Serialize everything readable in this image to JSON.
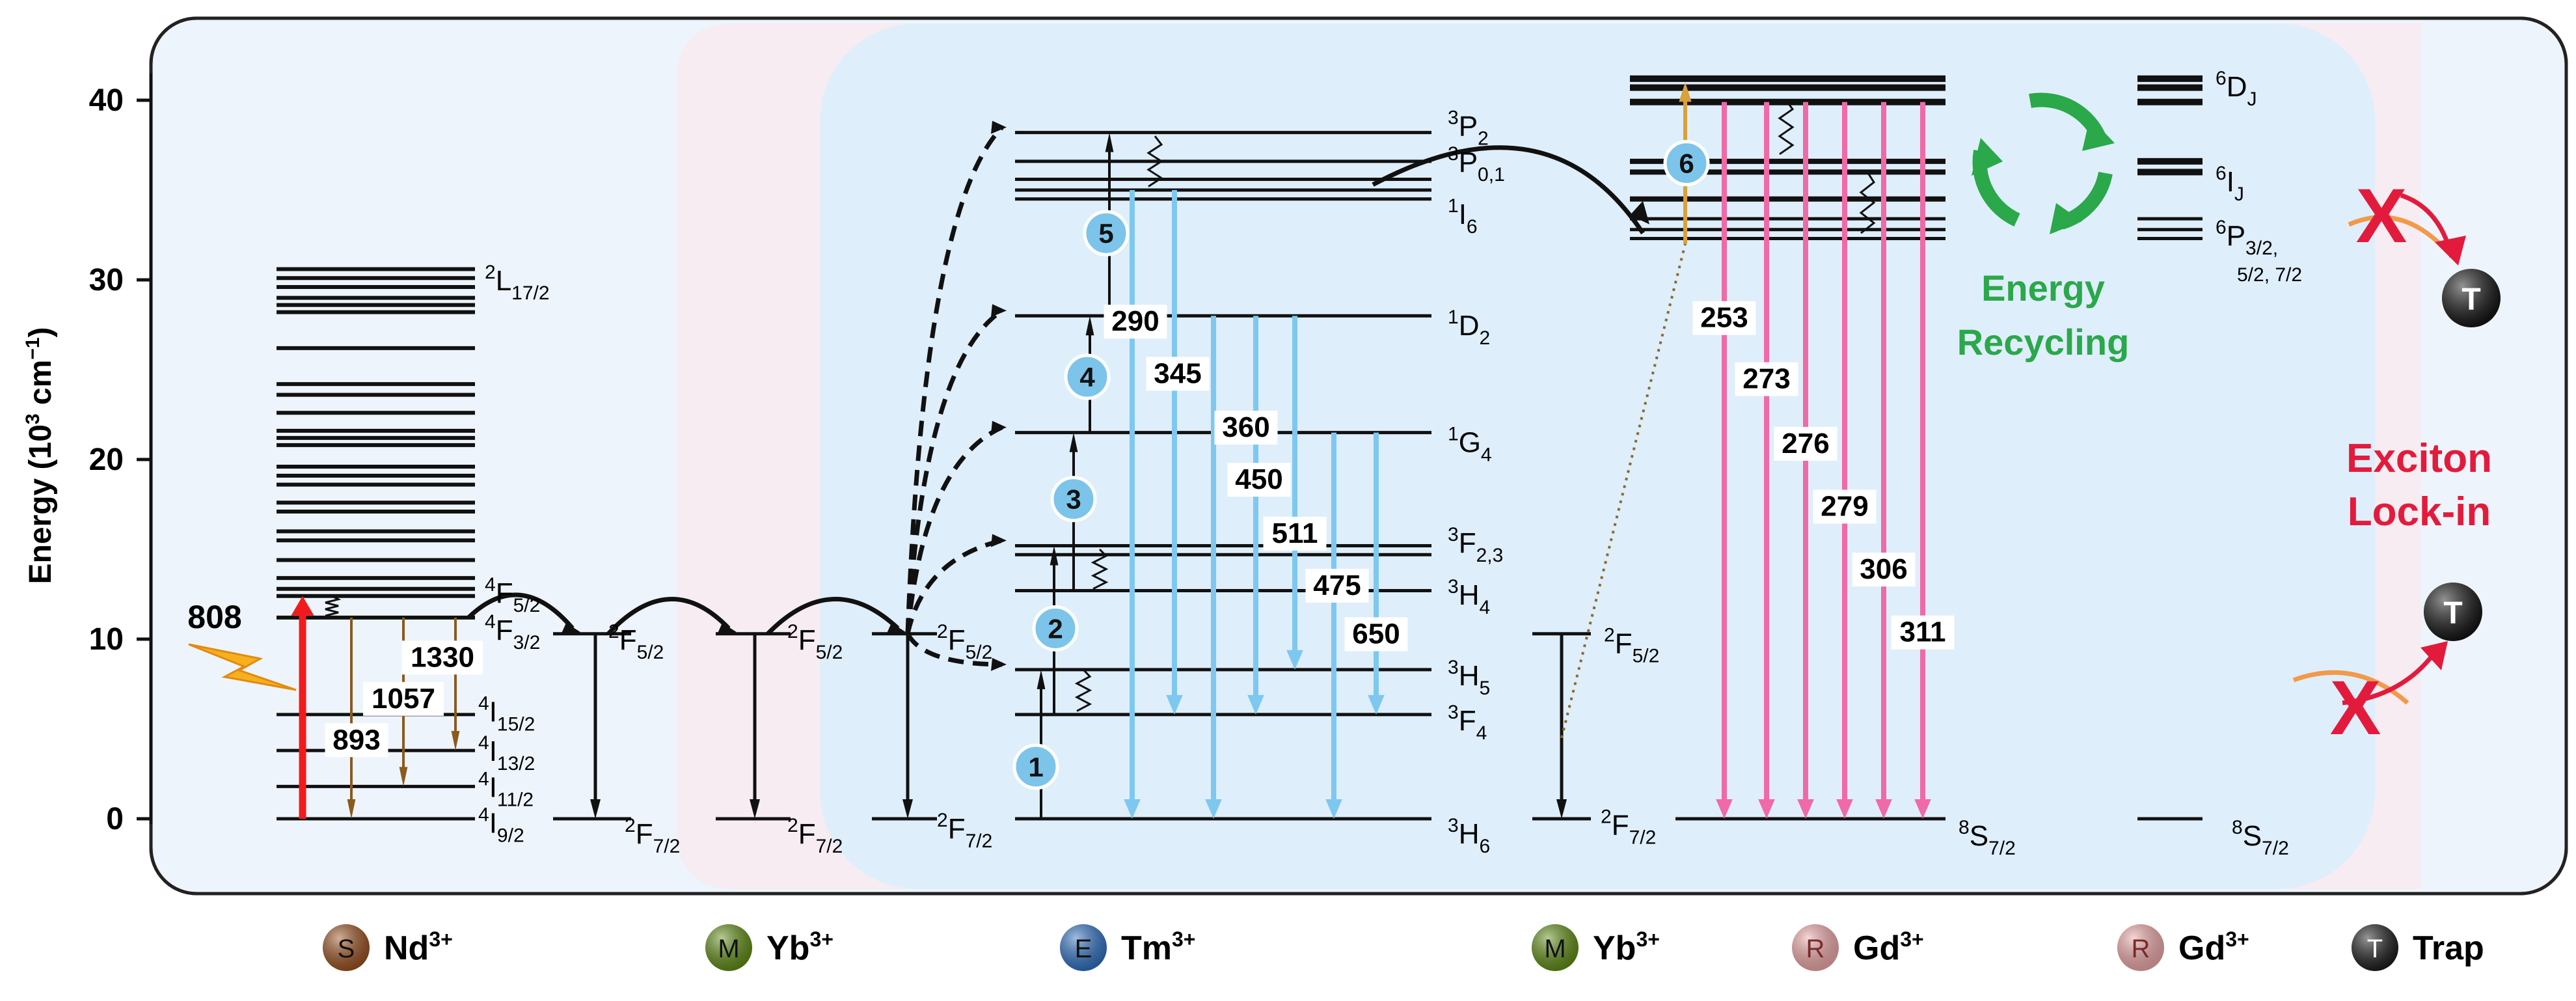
{
  "axis": {
    "ylabel_main": "Energy (10",
    "ylabel_exp": "3",
    "ylabel_unit": " cm",
    "ylabel_unit_exp": "−1",
    "ylabel_close": ")",
    "ticks": [
      "40",
      "30",
      "20",
      "10",
      "0"
    ]
  },
  "levels": {
    "nd": {
      "L17": [
        "2",
        "L",
        "17/2"
      ],
      "F52": [
        "4",
        "F",
        "5/2"
      ],
      "F32": [
        "4",
        "F",
        "3/2"
      ],
      "I152": [
        "4",
        "I",
        "15/2"
      ],
      "I132": [
        "4",
        "I",
        "13/2"
      ],
      "I112": [
        "4",
        "I",
        "11/2"
      ],
      "I92": [
        "4",
        "I",
        "9/2"
      ]
    },
    "yb1": {
      "F52": [
        "2",
        "F",
        "5/2"
      ],
      "F72": [
        "2",
        "F",
        "7/2"
      ]
    },
    "yb2": {
      "F52": [
        "2",
        "F",
        "5/2"
      ],
      "F72": [
        "2",
        "F",
        "7/2"
      ]
    },
    "tm": {
      "F52": [
        "2",
        "F",
        "5/2"
      ],
      "F72": [
        "2",
        "F",
        "7/2"
      ],
      "P2": [
        "3",
        "P",
        "2"
      ],
      "P01": [
        "3",
        "P",
        "0,1"
      ],
      "I6": [
        "1",
        "I",
        "6"
      ],
      "D2": [
        "1",
        "D",
        "2"
      ],
      "G4": [
        "1",
        "G",
        "4"
      ],
      "F23": [
        "3",
        "F",
        "2,3"
      ],
      "H4": [
        "3",
        "H",
        "4"
      ],
      "H5": [
        "3",
        "H",
        "5"
      ],
      "F4": [
        "3",
        "F",
        "4"
      ],
      "H6": [
        "3",
        "H",
        "6"
      ]
    },
    "yb3": {
      "F52": [
        "2",
        "F",
        "5/2"
      ],
      "F72": [
        "2",
        "F",
        "7/2"
      ]
    },
    "gd1": {
      "S72": [
        "8",
        "S",
        "7/2"
      ]
    },
    "gd2": {
      "DJ": [
        "6",
        "D",
        "J"
      ],
      "IJ": [
        "6",
        "I",
        "J"
      ],
      "P": [
        "6",
        "P",
        "3/2,"
      ],
      "P_extra": "5/2, 7/2",
      "S72": [
        "8",
        "S",
        "7/2"
      ]
    }
  },
  "emissions": {
    "nd": [
      "1330",
      "1057",
      "893"
    ],
    "excitation": "808",
    "tm": [
      "290",
      "345",
      "360",
      "450",
      "511",
      "475",
      "650"
    ],
    "gd": [
      "253",
      "273",
      "276",
      "279",
      "306",
      "311"
    ]
  },
  "steps": [
    "1",
    "2",
    "3",
    "4",
    "5",
    "6"
  ],
  "annotations": {
    "energy_recycling": [
      "Energy",
      "Recycling"
    ],
    "exciton_lockin": [
      "Exciton",
      "Lock-in"
    ],
    "trap_letter": "T",
    "x_mark": "X"
  },
  "legend": [
    {
      "letter": "S",
      "ion": "Nd",
      "sup": "3+",
      "color": "#9a4f1e"
    },
    {
      "letter": "M",
      "ion": "Yb",
      "sup": "3+",
      "color": "#5f8c12"
    },
    {
      "letter": "E",
      "ion": "Tm",
      "sup": "3+",
      "color": "#2c6fc2"
    },
    {
      "letter": "M",
      "ion": "Yb",
      "sup": "3+",
      "color": "#5f8c12"
    },
    {
      "letter": "R",
      "ion": "Gd",
      "sup": "3+",
      "color": "#f0a8a8"
    },
    {
      "letter": "R",
      "ion": "Gd",
      "sup": "3+",
      "color": "#f0a8a8"
    },
    {
      "letter": "T",
      "ion": "Trap",
      "sup": "",
      "color": "#1a1a1a"
    }
  ],
  "colors": {
    "blue_emission": "#7ec8f0",
    "pink_emission": "#f06aa8",
    "brown_emission": "#8a5a1c",
    "step_circle": "#7cc4ea",
    "energy_recycling": "#2aa84a",
    "lockin": "#e21b3c",
    "excitation": "#f21b1b"
  }
}
